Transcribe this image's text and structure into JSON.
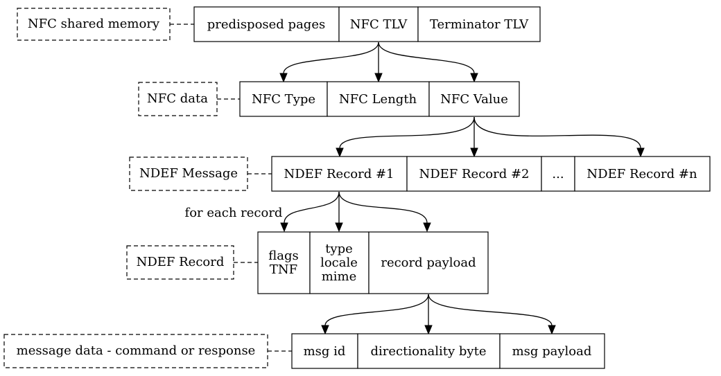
{
  "levels": [
    {
      "label": "NFC shared memory",
      "cells": [
        "predisposed pages",
        "NFC TLV",
        "Terminator TLV"
      ]
    },
    {
      "label": "NFC data",
      "cells": [
        "NFC Type",
        "NFC Length",
        "NFC Value"
      ]
    },
    {
      "label": "NDEF Message",
      "cells": [
        "NDEF Record #1",
        "NDEF Record #2",
        "...",
        "NDEF Record #n"
      ]
    },
    {
      "label": "NDEF Record",
      "cells": [
        {
          "lines": [
            "flags",
            "TNF"
          ]
        },
        {
          "lines": [
            "type",
            "locale",
            "mime"
          ]
        },
        "record payload"
      ]
    },
    {
      "label": "message data - command or response",
      "cells": [
        "msg id",
        "directionality byte",
        "msg payload"
      ]
    }
  ],
  "annotations": {
    "for_each_record": "for each record"
  }
}
